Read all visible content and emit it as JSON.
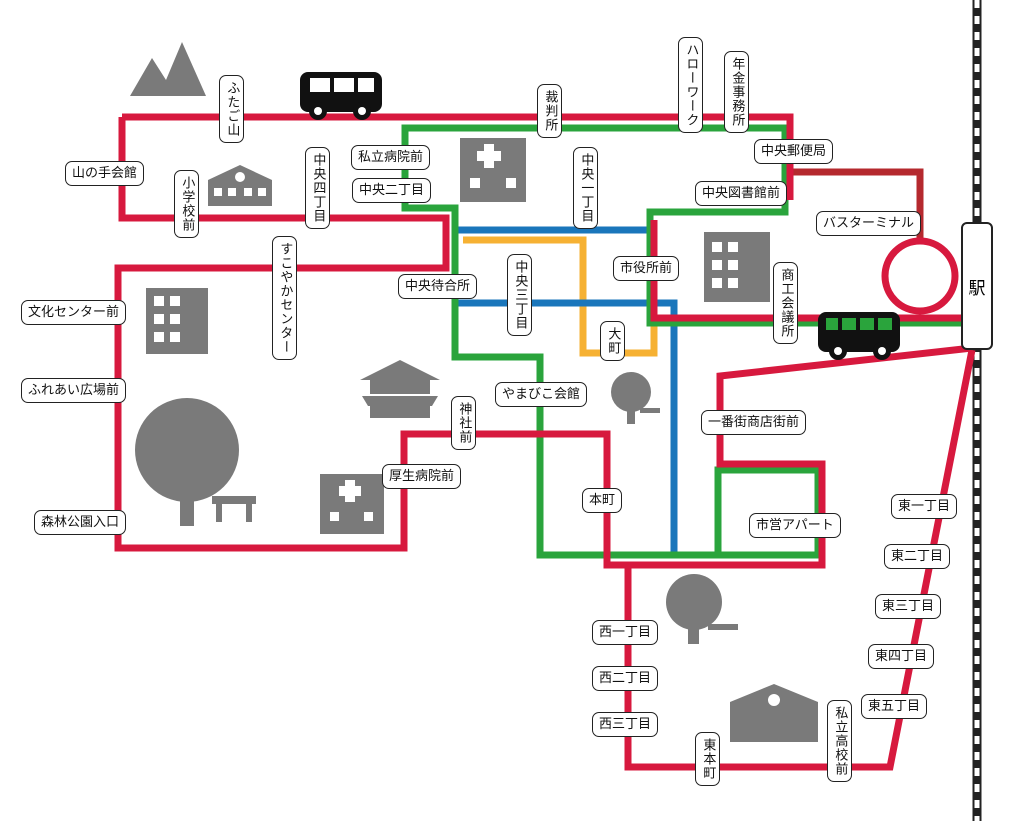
{
  "colors": {
    "red": "#d7193e",
    "green": "#2aa43c",
    "blue": "#1a76bb",
    "yellow": "#f6b133",
    "darkred": "#b5292e",
    "icon": "#7a7a7a"
  },
  "station": "駅",
  "stops": {
    "yamanote": "山の手会館",
    "futagoyama": "ふたご山",
    "shogakko": "小学校前",
    "chuo4": "中央四丁目",
    "sukoyaka": "すこやかセンター",
    "bunka": "文化センター前",
    "fureai": "ふれあい広場前",
    "shinrin": "森林公園入口",
    "saibansho": "裁判所",
    "hellowork": "ハローワーク",
    "nenkin": "年金事務所",
    "shiritsubyoin": "私立病院前",
    "chuo2": "中央二丁目",
    "chuo1": "中央一丁目",
    "yubin": "中央郵便局",
    "toshokan": "中央図書館前",
    "busterminal": "バスターミナル",
    "machiai": "中央待合所",
    "chuo3": "中央三丁目",
    "shiyakusho": "市役所前",
    "shoko": "商工会議所",
    "omachi": "大町",
    "yamabiko": "やまびこ会館",
    "jinja": "神社前",
    "ichiban": "一番街商店街前",
    "kosei": "厚生病院前",
    "honmachi": "本町",
    "shiei": "市営アパート",
    "nishi1": "西一丁目",
    "nishi2": "西二丁目",
    "nishi3": "西三丁目",
    "higashihon": "東本町",
    "koko": "私立高校前",
    "higashi1": "東一丁目",
    "higashi2": "東二丁目",
    "higashi3": "東三丁目",
    "higashi4": "東四丁目",
    "higashi5": "東五丁目"
  }
}
